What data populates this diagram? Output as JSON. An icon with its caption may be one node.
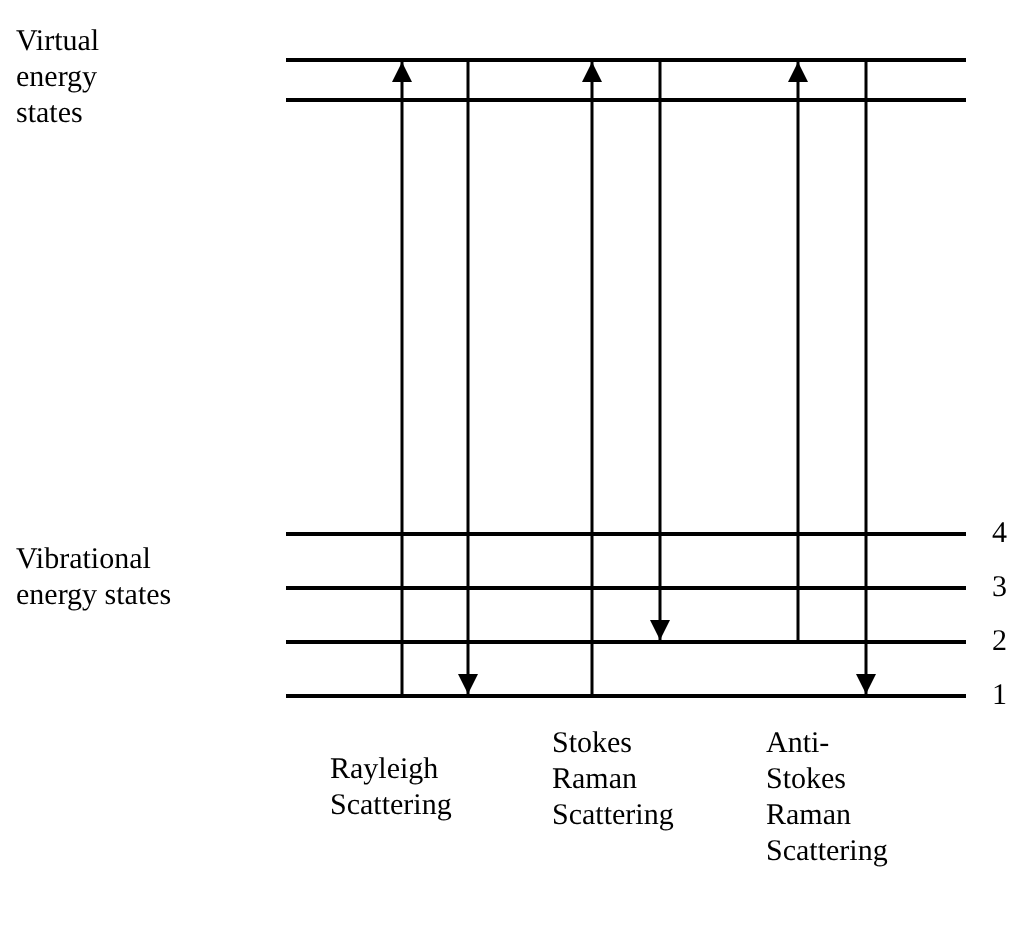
{
  "diagram": {
    "nodes": [
      {
        "text": [],
        "shape": "bar"
      },
      {
        "text": [],
        "shape": "bar"
      },
      {
        "text": [],
        "shape": "bar",
        "beside": [
          "4"
        ]
      },
      {
        "text": [],
        "shape": "bar",
        "beside": [
          "3"
        ]
      },
      {
        "text": [],
        "shape": "bar",
        "beside": [
          "2"
        ]
      },
      {
        "text": [],
        "shape": "bar",
        "beside": [
          "1"
        ]
      }
    ],
    "edges": [
      {
        "from": 5,
        "to": 0,
        "arrow": "to"
      },
      {
        "from": 0,
        "to": 5,
        "arrow": "to"
      },
      {
        "from": 5,
        "to": 0,
        "arrow": "to"
      },
      {
        "from": 0,
        "to": 4,
        "arrow": "to"
      },
      {
        "from": 4,
        "to": 0,
        "arrow": "to"
      },
      {
        "from": 0,
        "to": 5,
        "arrow": "to"
      }
    ],
    "labels": [
      "Virtual energy states",
      "Vibrational energy states",
      "Rayleigh Scattering",
      "Stokes Raman Scattering",
      "Anti-Stokes Raman Scattering"
    ]
  }
}
